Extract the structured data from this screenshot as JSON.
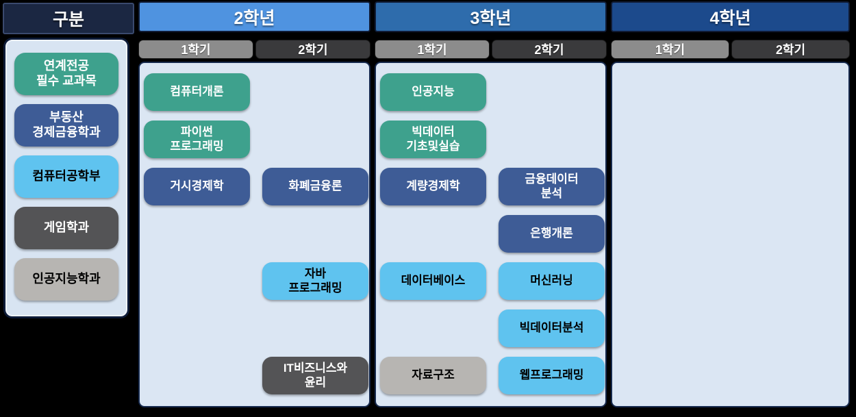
{
  "sidebar": {
    "title": "구분",
    "legend": [
      {
        "label": "연계전공\n필수 교과목",
        "category": "required"
      },
      {
        "label": "부동산\n경제금융학과",
        "category": "realestate_finance"
      },
      {
        "label": "컴퓨터공학부",
        "category": "computer_eng"
      },
      {
        "label": "게임학과",
        "category": "game"
      },
      {
        "label": "인공지능학과",
        "category": "ai"
      }
    ]
  },
  "colors": {
    "category": {
      "required": {
        "bg": "#3EA18D",
        "text": "#FFFFFF"
      },
      "realestate_finance": {
        "bg": "#3E5C96",
        "text": "#FFFFFF"
      },
      "computer_eng": {
        "bg": "#5FC3EF",
        "text": "#000000"
      },
      "game": {
        "bg": "#545456",
        "text": "#FFFFFF"
      },
      "ai": {
        "bg": "#B7B5B2",
        "text": "#000000"
      }
    },
    "sem1_tab": "#8C8C8C",
    "sem2_tab": "#3A3A3C"
  },
  "columns": [
    {
      "year_label": "2학년",
      "header_color": "#4F93E0",
      "semesters": [
        "1학기",
        "2학기"
      ],
      "courses": [
        {
          "label": "컴퓨터개론",
          "category": "required",
          "semester": 1,
          "row": 0
        },
        {
          "label": "파이썬\n프로그래밍",
          "category": "required",
          "semester": 1,
          "row": 1
        },
        {
          "label": "거시경제학",
          "category": "realestate_finance",
          "semester": 1,
          "row": 2
        },
        {
          "label": "화폐금융론",
          "category": "realestate_finance",
          "semester": 2,
          "row": 2
        },
        {
          "label": "자바\n프로그래밍",
          "category": "computer_eng",
          "semester": 2,
          "row": 4
        },
        {
          "label": "IT비즈니스와\n윤리",
          "category": "game",
          "semester": 2,
          "row": 6
        }
      ]
    },
    {
      "year_label": "3학년",
      "header_color": "#2E6CAC",
      "semesters": [
        "1학기",
        "2학기"
      ],
      "courses": [
        {
          "label": "인공지능",
          "category": "required",
          "semester": 1,
          "row": 0
        },
        {
          "label": "빅데이터\n기초및실습",
          "category": "required",
          "semester": 1,
          "row": 1
        },
        {
          "label": "계량경제학",
          "category": "realestate_finance",
          "semester": 1,
          "row": 2
        },
        {
          "label": "금융데이터\n분석",
          "category": "realestate_finance",
          "semester": 2,
          "row": 2
        },
        {
          "label": "은행개론",
          "category": "realestate_finance",
          "semester": 2,
          "row": 3
        },
        {
          "label": "데이터베이스",
          "category": "computer_eng",
          "semester": 1,
          "row": 4
        },
        {
          "label": "머신러닝",
          "category": "computer_eng",
          "semester": 2,
          "row": 4
        },
        {
          "label": "빅데이터분석",
          "category": "computer_eng",
          "semester": 2,
          "row": 5
        },
        {
          "label": "자료구조",
          "category": "ai",
          "semester": 1,
          "row": 6
        },
        {
          "label": "웹프로그래밍",
          "category": "computer_eng",
          "semester": 2,
          "row": 6
        }
      ]
    },
    {
      "year_label": "4학년",
      "header_color": "#1C4A8C",
      "semesters": [
        "1학기",
        "2학기"
      ],
      "courses": []
    }
  ]
}
